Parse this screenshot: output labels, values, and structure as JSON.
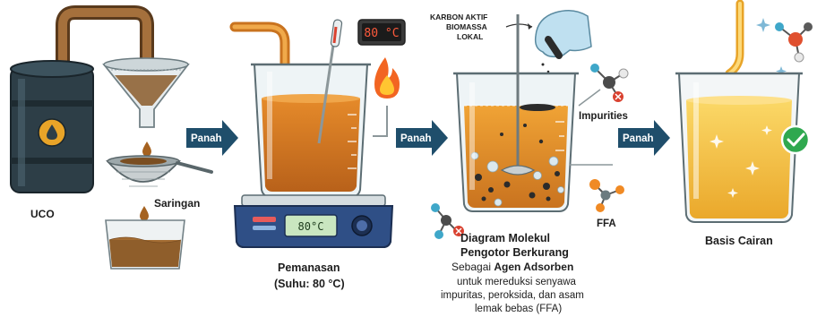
{
  "labels": {
    "uco": "UCO",
    "saringan": "Saringan",
    "arrow1": "Panah",
    "arrow2": "Panah",
    "arrow3": "Panah",
    "thermo_display": "80 °C",
    "hotplate_display": "80°C",
    "pemanasan_line1": "Pemanasan",
    "pemanasan_line2": "(Suhu: 80 °C)",
    "karbon_line1": "KARBON AKTIF",
    "karbon_line2": "BIOMASSA",
    "karbon_line3": "LOKAL",
    "impurities": "Impurities",
    "ffa": "FFA",
    "diagram_line1": "Diagram Molekul",
    "diagram_line2": "Pengotor Berkurang",
    "desc_prefix": "Sebagai ",
    "desc_bold": "Agen Adsorben",
    "desc_line2": "untuk mereduksi senyawa",
    "desc_line3": "impuritas, peroksida, dan asam",
    "desc_line4": "lemak bebas (FFA)",
    "basis": "Basis Cairan"
  },
  "colors": {
    "arrow": "#1f4e6b",
    "oil_dark": "#c9731f",
    "oil_light": "#f3b63a",
    "barrel": "#2d3e47",
    "hotplate": "#2f4f86",
    "pipe": "#8a5a2e",
    "check": "#2fa84f",
    "red_x": "#d9412f"
  },
  "icons": [
    "oil-drop-icon",
    "fire-icon",
    "gear-icon",
    "check-icon",
    "glove-icon",
    "molecule-icon",
    "thermometer-icon"
  ]
}
